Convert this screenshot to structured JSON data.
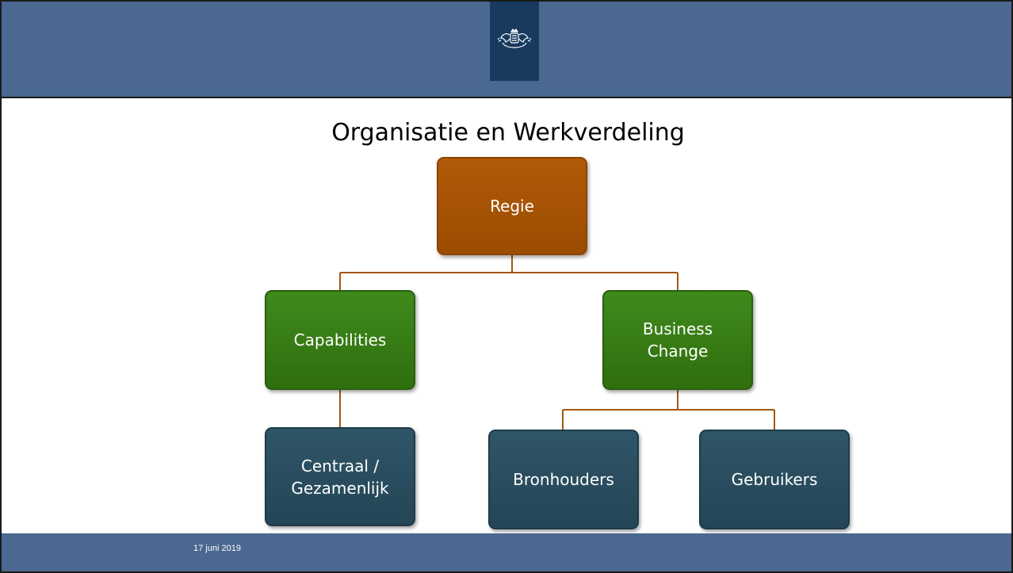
{
  "slide": {
    "title": "Organisatie en Werkverdeling",
    "footer_date": "17 juni 2019"
  },
  "header": {
    "logo_icon": "rijksoverheid-coat-of-arms-icon"
  },
  "colors": {
    "band": "#4a6890",
    "emblem_tab": "#173a5e",
    "node_orange": "#a35203",
    "node_green": "#367b15",
    "node_teal": "#2a4e60",
    "connector": "#a5560f"
  },
  "diagram": {
    "nodes": {
      "regie": "Regie",
      "capabilities": "Capabilities",
      "business_change": "Business\nChange",
      "centraal": "Centraal /\nGezamenlijk",
      "bronhouders": "Bronhouders",
      "gebruikers": "Gebruikers"
    }
  }
}
